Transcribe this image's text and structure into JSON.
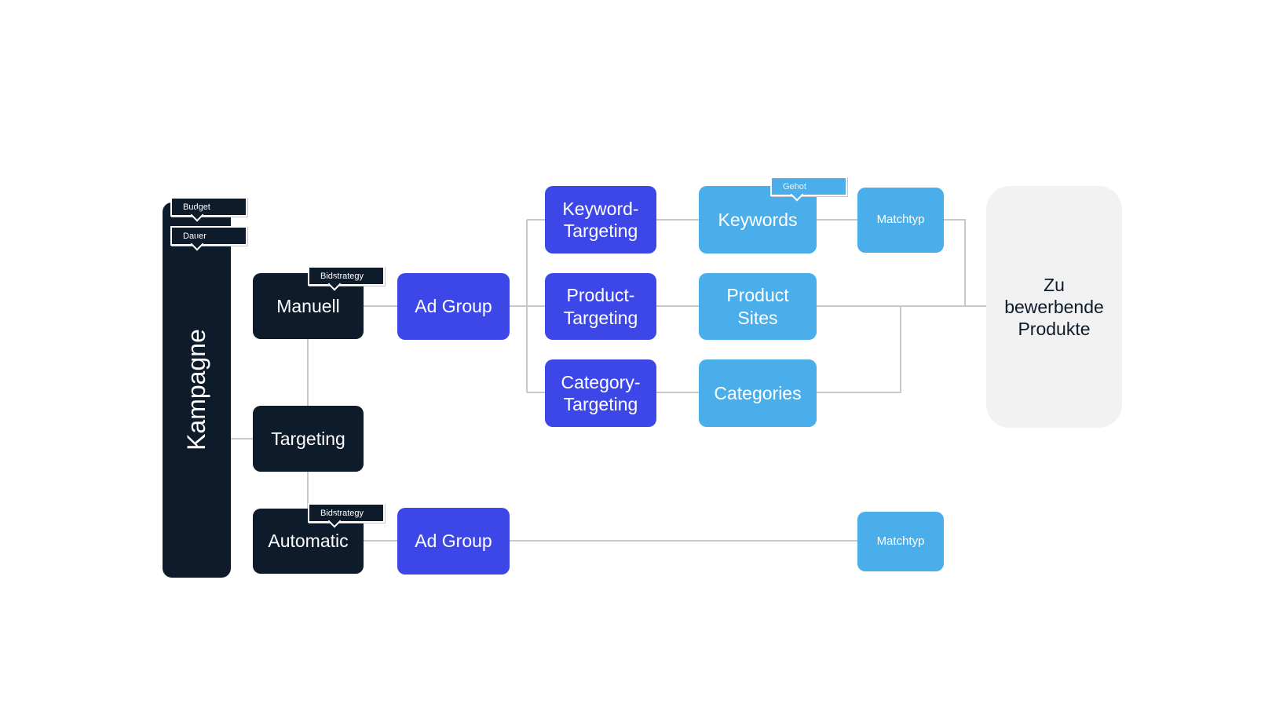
{
  "nodes": {
    "kampagne": "Kampagne",
    "manuell": "Manuell",
    "targeting": "Targeting",
    "automatic": "Automatic",
    "ad_group_manual": "Ad Group",
    "ad_group_auto": "Ad Group",
    "keyword_targeting": [
      "Keyword-",
      "Targeting"
    ],
    "product_targeting": [
      "Product-",
      "Targeting"
    ],
    "category_targeting": [
      "Category-",
      "Targeting"
    ],
    "keywords": "Keywords",
    "product_sites": [
      "Product",
      "Sites"
    ],
    "categories": "Categories",
    "matchtyp_top": "Matchtyp",
    "matchtyp_bottom": "Matchtyp",
    "zu_bewerbende_produkte": [
      "Zu",
      "bewerbende",
      "Produkte"
    ]
  },
  "tags": {
    "budget": "Budget",
    "dauer": "Dauer",
    "bidstrategy_manuell": "Bidstrategy",
    "bidstrategy_automatic": "Bidstrategy",
    "gebot": "Gebot"
  },
  "colors": {
    "dark": "#0d1b2a",
    "blue": "#3d47e8",
    "light_blue": "#4aaeea",
    "grey_box": "#f2f2f2",
    "connector": "#c8c8c8"
  }
}
